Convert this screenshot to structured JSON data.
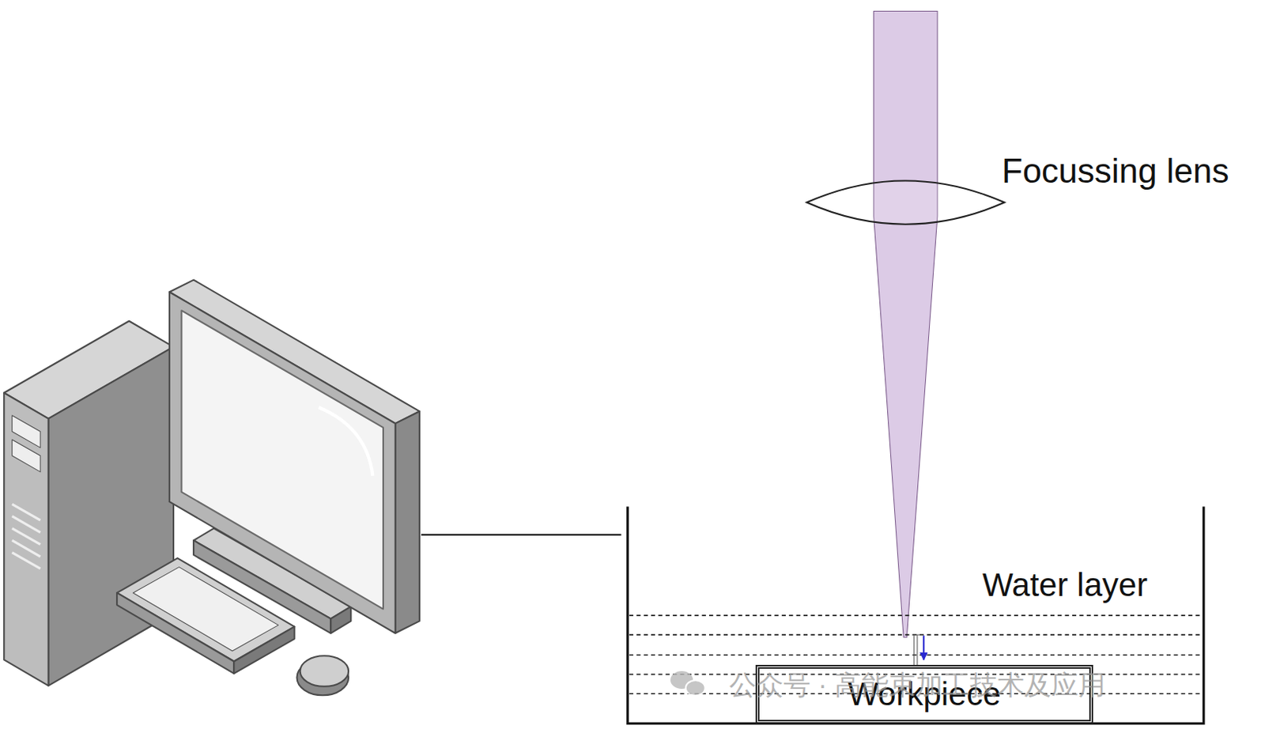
{
  "diagram": {
    "nodes": [
      {
        "text": [
          "Workpiece"
        ]
      }
    ],
    "edges": [],
    "labels": [
      "Focussing lens",
      "Water layer",
      "公众号 · 高能束加工技术及应用"
    ]
  }
}
